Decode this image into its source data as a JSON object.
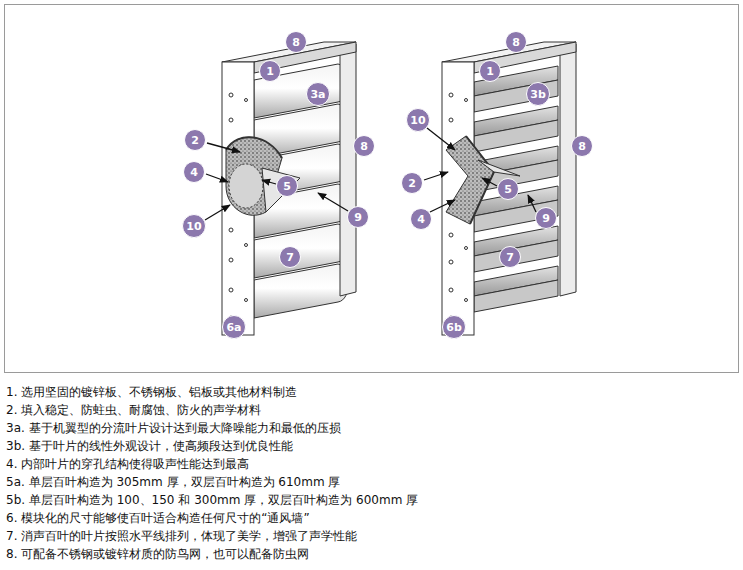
{
  "diagram": {
    "nodes": [
      {
        "text": [
          "8"
        ]
      },
      {
        "text": [
          "1"
        ]
      },
      {
        "text": [
          "3a"
        ]
      },
      {
        "text": [
          "8"
        ]
      },
      {
        "text": [
          "2"
        ]
      },
      {
        "text": [
          "4"
        ]
      },
      {
        "text": [
          "5"
        ]
      },
      {
        "text": [
          "10"
        ]
      },
      {
        "text": [
          "9"
        ]
      },
      {
        "text": [
          "7"
        ]
      },
      {
        "text": [
          "6a"
        ]
      },
      {
        "text": [
          "8"
        ]
      },
      {
        "text": [
          "1"
        ]
      },
      {
        "text": [
          "3b"
        ]
      },
      {
        "text": [
          "10"
        ]
      },
      {
        "text": [
          "8"
        ]
      },
      {
        "text": [
          "2"
        ]
      },
      {
        "text": [
          "5"
        ]
      },
      {
        "text": [
          "4"
        ]
      },
      {
        "text": [
          "9"
        ]
      },
      {
        "text": [
          "7"
        ]
      },
      {
        "text": [
          "6b"
        ]
      }
    ],
    "labels": [
      "1. 选用坚固的镀锌板、不锈钢板、铝板或其他材料制造",
      "2. 填入稳定、防蛀虫、耐腐蚀、防火的声学材料",
      "3a. 基于机翼型的分流叶片设计达到最大降噪能力和最低的压损",
      "3b. 基于叶片的线性外观设计，使高频段达到优良性能",
      "4. 内部叶片的穿孔结构使得吸声性能达到最高",
      "5a. 单层百叶构造为 305mm 厚，双层百叶构造为 610mm 厚",
      "5b. 单层百叶构造为 100、150 和 300mm 厚，双层百叶构造为 600mm 厚",
      "6. 模块化的尺寸能够使百叶适合构造任何尺寸的“通风墙”",
      "7. 消声百叶的叶片按照水平线排列，体现了美学，增强了声学性能",
      "8. 可配备不锈钢或镀锌材质的防鸟网，也可以配备防虫网"
    ]
  }
}
